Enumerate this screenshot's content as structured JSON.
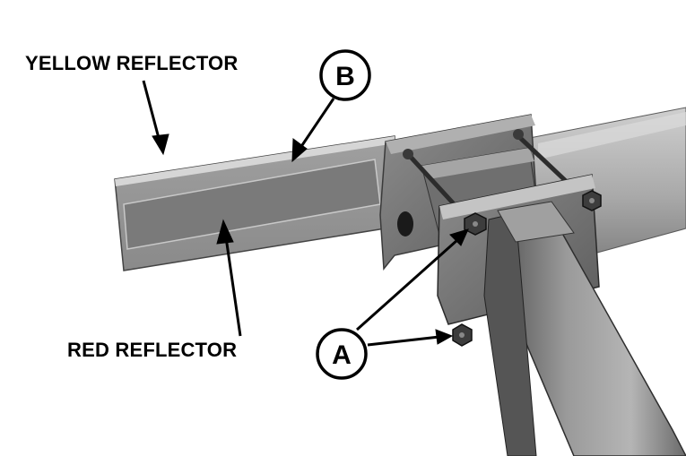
{
  "labels": {
    "yellow_reflector": "YELLOW REFLECTOR",
    "red_reflector": "RED REFLECTOR"
  },
  "callouts": {
    "a": "A",
    "b": "B"
  },
  "colors": {
    "background": "#ffffff",
    "ink": "#000000",
    "metal_light": "#b8b8b8",
    "metal_dark": "#6a6a6a"
  }
}
